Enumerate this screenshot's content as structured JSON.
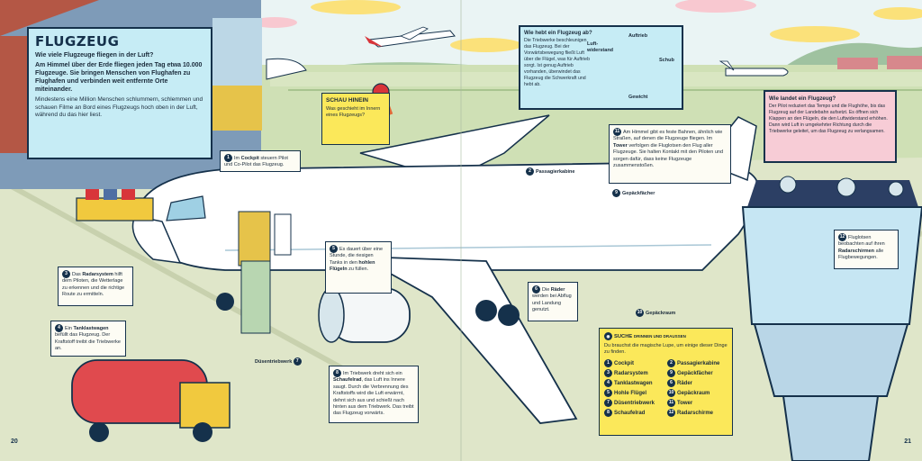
{
  "intro": {
    "title": "FLUGZEUG",
    "question": "Wie viele Flugzeuge fliegen in der Luft?",
    "lead": "Am Himmel über der Erde fliegen jeden Tag etwa 10.000 Flugzeuge. Sie bringen Menschen von Flughafen zu Flughafen und verbinden weit entfernte Orte miteinander.",
    "body": "Mindestens eine Million Menschen schlummern, schlemmen und schauen Filme an Bord eines Flugzeugs hoch oben in der Luft, während du das hier liest."
  },
  "schau_hinein": {
    "title": "SCHAU HINEIN",
    "text": "Was geschieht im Innern eines Flugzeugs?"
  },
  "lift": {
    "title": "Wie hebt ein Flugzeug ab?",
    "text": "Die Triebwerke beschleunigen das Flugzeug. Bei der Vorwärtsbewegung fließt Luft über die Flügel, was für Auftrieb sorgt. Ist genug Auftrieb vorhanden, überwindet das Flugzeug die Schwerkraft und hebt ab.",
    "forces": {
      "up": "Auftrieb",
      "right": "Schub",
      "left": "Luft-widerstand",
      "down": "Gewicht"
    }
  },
  "landing": {
    "title": "Wie landet ein Flugzeug?",
    "text": "Der Pilot reduziert das Tempo und die Flughöhe, bis das Flugzeug auf der Landebahn aufsetzt. Es öffnen sich Klappen an den Flügeln, die den Luftwiderstand erhöhen. Dann wird Luft in umgekehrter Richtung durch die Triebwerke geleitet, um das Flugzeug zu verlangsamen."
  },
  "callouts": {
    "cockpit": {
      "n": "1",
      "pre": "Im ",
      "bold": "Cockpit",
      "post": " steuern Pilot und Co-Pilot das Flugzeug."
    },
    "radar": {
      "n": "3",
      "pre": "Das ",
      "bold": "Radarsystem",
      "post": " hilft dem Piloten, die Wetterlage zu erkennen und die richtige Route zu ermitteln."
    },
    "tank": {
      "n": "4",
      "pre": "Ein ",
      "bold": "Tanklastwagen",
      "post": " befüllt das Flugzeug. Der Kraftstoff treibt die Triebwerke an."
    },
    "hollow": {
      "n": "5",
      "pre": "Es dauert über eine Stunde, die riesigen Tanks in den ",
      "bold": "hohlen Flügeln",
      "post": " zu füllen."
    },
    "wheels": {
      "n": "6",
      "pre": "Die ",
      "bold": "Räder",
      "post": " werden bei Abflug und Landung genutzt."
    },
    "fan": {
      "n": "8",
      "pre": "Im Triebwerk dreht sich ein ",
      "bold": "Schaufelrad",
      "post": ", das Luft ins Innere saugt. Durch die Verbrennung des Kraftstoffs wird die Luft erwärmt, dehnt sich aus und schießt nach hinten aus dem Triebwerk. Das treibt das Flugzeug vorwärts."
    },
    "tower": {
      "n": "11",
      "pre": "Am Himmel gibt es feste Bahnen, ähnlich wie Straßen, auf denen die Flugzeuge fliegen. Im ",
      "bold": "Tower",
      "post": " verfolgen die Fluglotsen den Flug aller Flugzeuge. Sie halten Kontakt mit den Piloten und sorgen dafür, dass keine Flugzeuge zusammenstoßen."
    },
    "radarscreens": {
      "n": "12",
      "pre": "Fluglotsen beobachten auf ihren ",
      "bold": "Radarschirmen",
      "post": " alle Flugbewegungen."
    }
  },
  "labels": {
    "cabin": {
      "n": "2",
      "text": "Passagierkabine"
    },
    "luggage": {
      "n": "9",
      "text": "Gepäckfächer"
    },
    "hold": {
      "n": "10",
      "text": "Gepäckraum"
    },
    "engine": {
      "n": "7",
      "text": "Düsentriebwerk"
    }
  },
  "search": {
    "title": "SUCHE",
    "subtitle": "DRINNEN UND DRAUSSEN",
    "text": "Du brauchst die magische Lupe, um einige dieser Dinge zu finden.",
    "items": [
      {
        "n": "1",
        "label": "Cockpit"
      },
      {
        "n": "2",
        "label": "Passagierkabine"
      },
      {
        "n": "3",
        "label": "Radarsystem"
      },
      {
        "n": "9",
        "label": "Gepäckfächer"
      },
      {
        "n": "4",
        "label": "Tanklastwagen"
      },
      {
        "n": "6",
        "label": "Räder"
      },
      {
        "n": "5",
        "label": "Hohle Flügel"
      },
      {
        "n": "10",
        "label": "Gepäckraum"
      },
      {
        "n": "7",
        "label": "Düsentriebwerk"
      },
      {
        "n": "11",
        "label": "Tower"
      },
      {
        "n": "8",
        "label": "Schaufelrad"
      },
      {
        "n": "12",
        "label": "Radarschirme"
      }
    ]
  },
  "pages": {
    "left": "20",
    "right": "21"
  },
  "colors": {
    "navy": "#15314b",
    "sky": "#c6ecf5",
    "yellow": "#fbe85a",
    "pink": "#f7ccd6",
    "grass": "#cfe0b5",
    "red": "#d8353a"
  }
}
